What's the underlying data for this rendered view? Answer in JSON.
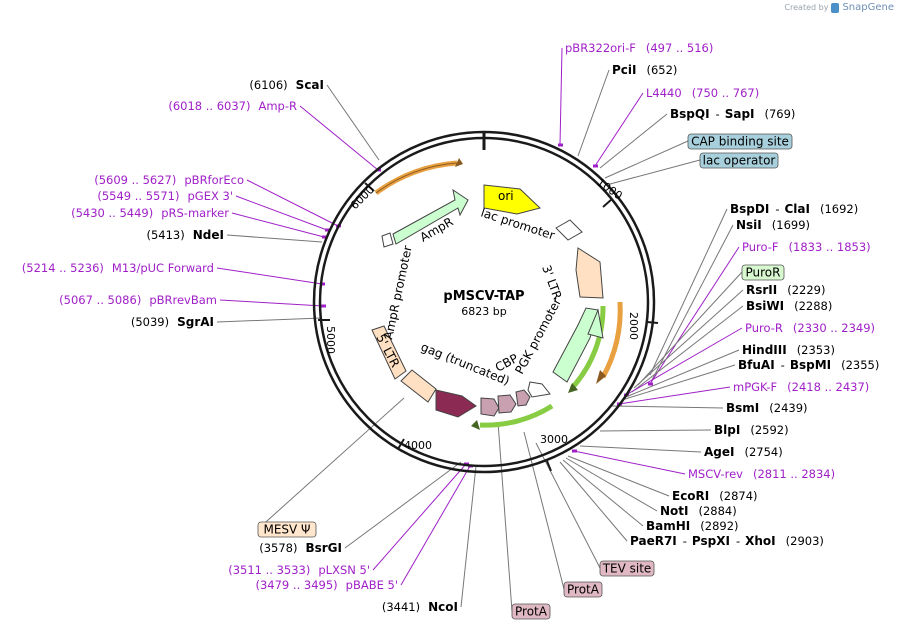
{
  "watermark": {
    "created_by": "Created by",
    "brand": "SnapGene"
  },
  "plasmid": {
    "name": "pMSCV-TAP",
    "size": "6823 bp"
  },
  "ticks": [
    "1000",
    "2000",
    "3000",
    "4000",
    "5000",
    "6000"
  ],
  "features": [
    "ori",
    "lac promoter",
    "3' LTR",
    "PGK promoter",
    "CBP",
    "gag (truncated)",
    "5' LTR",
    "AmpR promoter",
    "AmpR"
  ],
  "labels": [
    {
      "id": "pbr322ori-f",
      "name": "pBR322ori-F",
      "pos": "(497 .. 516)"
    },
    {
      "id": "pcii",
      "name": "PciI",
      "pos": "(652)"
    },
    {
      "id": "l4440",
      "name": "L4440",
      "pos": "(750 .. 767)"
    },
    {
      "id": "bspqi-sapi",
      "name": "BspQI",
      "sep": "-",
      "name2": "SapI",
      "pos": "(769)"
    },
    {
      "id": "cap-binding-site",
      "name": "CAP binding site"
    },
    {
      "id": "lac-operator",
      "name": "lac operator"
    },
    {
      "id": "bspdi-clai",
      "name": "BspDI",
      "sep": "-",
      "name2": "ClaI",
      "pos": "(1692)"
    },
    {
      "id": "nsii",
      "name": "NsiI",
      "pos": "(1699)"
    },
    {
      "id": "puro-f",
      "name": "Puro-F",
      "pos": "(1833 .. 1853)"
    },
    {
      "id": "puror",
      "name": "PuroR"
    },
    {
      "id": "rsrii",
      "name": "RsrII",
      "pos": "(2229)"
    },
    {
      "id": "bsiwi",
      "name": "BsiWI",
      "pos": "(2288)"
    },
    {
      "id": "puro-r",
      "name": "Puro-R",
      "pos": "(2330 .. 2349)"
    },
    {
      "id": "hindiii",
      "name": "HindIII",
      "pos": "(2353)"
    },
    {
      "id": "bfuai-bspmi",
      "name": "BfuAI",
      "sep": "-",
      "name2": "BspMI",
      "pos": "(2355)"
    },
    {
      "id": "mpgk-f",
      "name": "mPGK-F",
      "pos": "(2418 .. 2437)"
    },
    {
      "id": "bsmi",
      "name": "BsmI",
      "pos": "(2439)"
    },
    {
      "id": "blpi",
      "name": "BlpI",
      "pos": "(2592)"
    },
    {
      "id": "agei",
      "name": "AgeI",
      "pos": "(2754)"
    },
    {
      "id": "mscv-rev",
      "name": "MSCV-rev",
      "pos": "(2811 .. 2834)"
    },
    {
      "id": "ecori",
      "name": "EcoRI",
      "pos": "(2874)"
    },
    {
      "id": "noti",
      "name": "NotI",
      "pos": "(2884)"
    },
    {
      "id": "bamhi",
      "name": "BamHI",
      "pos": "(2892)"
    },
    {
      "id": "paer7i",
      "name": "PaeR7I",
      "sep": "-",
      "name2": "PspXI",
      "sep2": "-",
      "name3": "XhoI",
      "pos": "(2903)"
    },
    {
      "id": "tev-site",
      "name": "TEV site"
    },
    {
      "id": "prota-1",
      "name": "ProtA"
    },
    {
      "id": "prota-2",
      "name": "ProtA"
    },
    {
      "id": "ncoi",
      "name": "NcoI",
      "pos": "(3441)"
    },
    {
      "id": "pbabe-5",
      "name": "pBABE 5'",
      "pos": "(3479 .. 3495)"
    },
    {
      "id": "plxsn-5",
      "name": "pLXSN 5'",
      "pos": "(3511 .. 3533)"
    },
    {
      "id": "bsrgi",
      "name": "BsrGI",
      "pos": "(3578)"
    },
    {
      "id": "mesv-psi",
      "name": "MESV Ψ"
    },
    {
      "id": "sgrai",
      "name": "SgrAI",
      "pos": "(5039)"
    },
    {
      "id": "pbrrevbam",
      "name": "pBRrevBam",
      "pos": "(5067 .. 5086)"
    },
    {
      "id": "m13-puc-forward",
      "name": "M13/pUC Forward",
      "pos": "(5214 .. 5236)"
    },
    {
      "id": "ndei",
      "name": "NdeI",
      "pos": "(5413)"
    },
    {
      "id": "prs-marker",
      "name": "pRS-marker",
      "pos": "(5430 .. 5449)"
    },
    {
      "id": "pgex-3",
      "name": "pGEX 3'",
      "pos": "(5549 .. 5571)"
    },
    {
      "id": "pbrforeco",
      "name": "pBRforEco",
      "pos": "(5609 .. 5627)"
    },
    {
      "id": "amp-r",
      "name": "Amp-R",
      "pos": "(6018 .. 6037)"
    },
    {
      "id": "scai",
      "name": "ScaI",
      "pos": "(6106)"
    }
  ],
  "colors": {
    "enzyme": "#000000",
    "primer": "#a020c8",
    "backbone": "#1a1a1a",
    "ori": "#ffff00",
    "promoter": "#ffffff",
    "ltr": "#ffe0c2",
    "ampr": "#ccffd0",
    "gag": "#8b2a52",
    "tag": "#c8a0b0",
    "box_blue": "#a8d0dc",
    "box_green": "#d8f8d0",
    "box_peach": "#ffe6cc",
    "box_pink": "#e0b8c4",
    "arrow_orange": "#e8a040",
    "arrow_green": "#88cc44"
  }
}
